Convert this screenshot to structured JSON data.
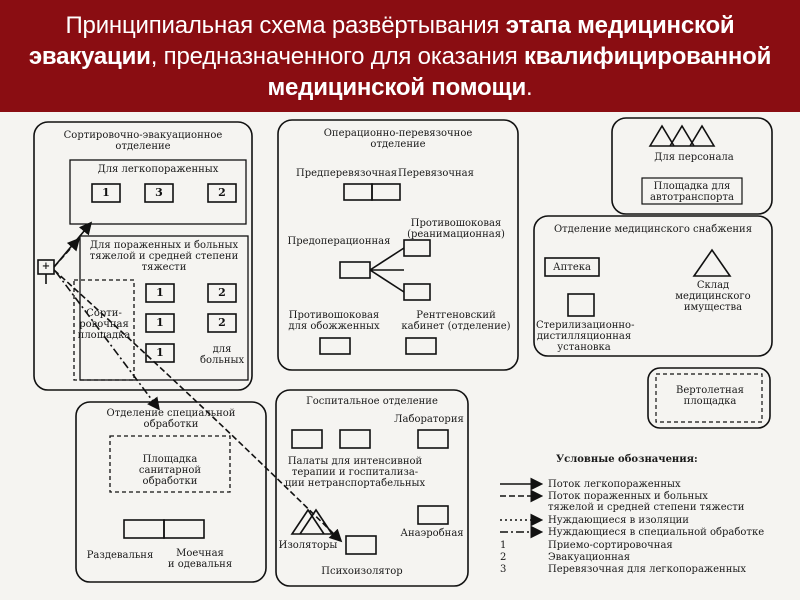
{
  "title": {
    "part1": "Принципиальная схема развёртывания ",
    "bold1": "этапа медицинской эвакуации",
    "part2": ", предназначенного для оказания ",
    "bold2": "квалифицированной медицинской помощи",
    "part3": "."
  },
  "sorting": {
    "title": "Сортировочно-эвакуационное\nотделение",
    "light": "Для легкопораженных",
    "light_nums": [
      "1",
      "3",
      "2"
    ],
    "heavy": "Для пораженных и больных\nтяжелой и средней степени\nтяжести",
    "platform": "Сорти-\nровочная\nплощадка",
    "heavy_nums": [
      "1",
      "2",
      "1",
      "2",
      "1"
    ],
    "sick": "для\nбольных"
  },
  "operating": {
    "title": "Операционно-перевязочное\nотделение",
    "predperev": "Предперевязочная",
    "perev": "Перевязочная",
    "antishock": "Противошоковая\n(реанимационная)",
    "preop": "Предоперационная",
    "antishock_burn": "Противошоковая\nдля обожженных",
    "xray": "Рентгеновский\nкабинет (отделение)"
  },
  "staff": {
    "label": "Для персонала",
    "parking": "Площадка для\nавтотранспорта"
  },
  "supply": {
    "title": "Отделение медицинского снабжения",
    "pharmacy": "Аптека",
    "warehouse": "Склад\nмедицинского\nимущества",
    "steril": "Стерилизационно-\nдистилляционная\nустановка"
  },
  "heli": {
    "label": "Вертолетная\nплощадка"
  },
  "special": {
    "title": "Отделение специальной\nобработки",
    "sanitary": "Площадка санитарной\nобработки",
    "undress": "Раздевальня",
    "wash": "Моечная\nи одевальня"
  },
  "hospital": {
    "title": "Госпитальное отделение",
    "lab": "Лаборатория",
    "wards": "Палаты для интенсивной\nтерапии и госпитализа-\nции нетранспортабельных",
    "anaerobic": "Анаэробная",
    "isolators": "Изоляторы",
    "psycho": "Психоизолятор"
  },
  "legend": {
    "title": "Условные обозначения:",
    "items": [
      "Поток легкопораженных",
      "Поток пораженных и больных\nтяжелой и средней степени тяжести",
      "Нуждающиеся в изоляции",
      "Нуждающиеся в специальной обработке"
    ],
    "nums": [
      "1",
      "2",
      "3"
    ],
    "num_items": [
      "Приемо-сортировочная",
      "Эвакуационная",
      "Перевязочная для легкопораженных"
    ]
  },
  "entrance": {
    "plus": "+"
  }
}
